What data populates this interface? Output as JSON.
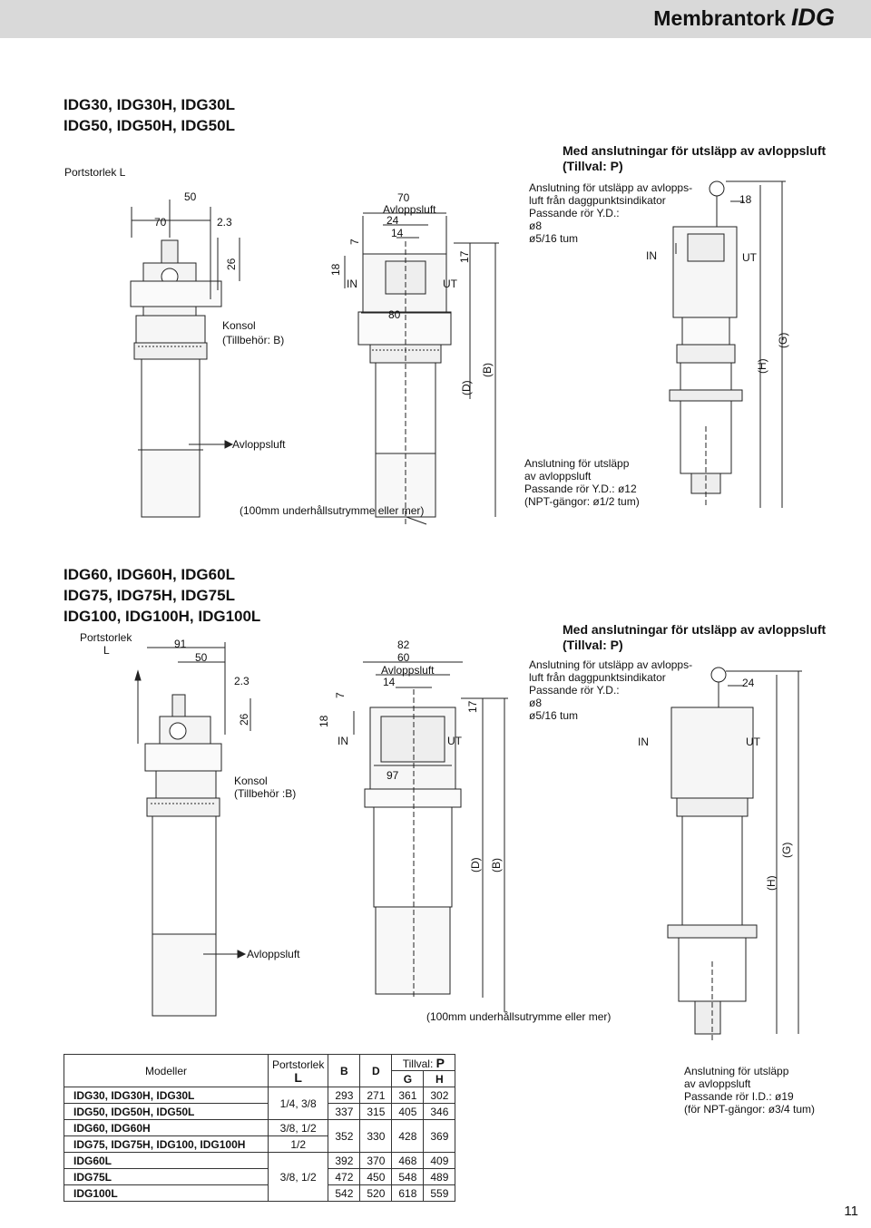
{
  "header": {
    "title": "Membrantork",
    "title_code": "IDG"
  },
  "section1": {
    "title_lines": [
      "IDG30, IDG30H, IDG30L",
      "IDG50, IDG50H, IDG50L"
    ],
    "port_size_label": "Portstorlek L",
    "dims_left": {
      "d70": "70",
      "d50": "50",
      "d2_3": "2.3",
      "d26": "26"
    },
    "dims_mid": {
      "d70": "70",
      "avloppsluft": "Avloppsluft",
      "d24": "24",
      "d14": "14",
      "d7": "7",
      "d18": "18",
      "d17": "17",
      "d80": "80"
    },
    "in_label": "IN",
    "ut_label": "UT",
    "konsol": "Konsol",
    "konsol_sub": "(Tillbehör: B)",
    "dim_d": "(D)",
    "dim_b": "(B)",
    "avloppsluft_arrow": "Avloppsluft",
    "maintenance": "(100mm underhållsutrymme eller mer)",
    "option_title_1": "Med anslutningar för utsläpp av avloppsluft",
    "option_title_2": "(Tillval: P)",
    "option_lines": [
      "Anslutning för utsläpp av avlopps-",
      "luft från daggpunktsindikator",
      "Passande rör Y.D.:",
      "ø8",
      "ø5/16 tum"
    ],
    "opt_dim": "18",
    "opt_in": "IN",
    "opt_ut": "UT",
    "dim_h": "(H)",
    "dim_g": "(G)",
    "drain_lines": [
      "Anslutning för utsläpp",
      "av avloppsluft",
      "Passande rör Y.D.: ø12",
      "(NPT-gängor: ø1/2 tum)"
    ]
  },
  "section2": {
    "title_lines": [
      "IDG60, IDG60H, IDG60L",
      "IDG75, IDG75H, IDG75L",
      "IDG100, IDG100H, IDG100L"
    ],
    "port_size_label_1": "Portstorlek",
    "port_size_label_2": "L",
    "dims_left": {
      "d91": "91",
      "d50": "50",
      "d2_3": "2.3",
      "d26": "26"
    },
    "dims_mid": {
      "d82": "82",
      "d60": "60",
      "avloppsluft": "Avloppsluft",
      "d14": "14",
      "d7": "7",
      "d18": "18",
      "d17": "17",
      "d97": "97"
    },
    "in_label": "IN",
    "ut_label": "UT",
    "konsol": "Konsol",
    "konsol_sub": "(Tillbehör :B)",
    "dim_d": "(D)",
    "dim_b": "(B)",
    "avloppsluft_arrow": "Avloppsluft",
    "maintenance": "(100mm underhållsutrymme eller mer)",
    "option_title_1": "Med anslutningar för utsläpp av avloppsluft",
    "option_title_2": "(Tillval: P)",
    "option_lines": [
      "Anslutning för utsläpp av avlopps-",
      "luft från daggpunktsindikator",
      "Passande rör Y.D.:",
      "ø8",
      "ø5/16 tum"
    ],
    "opt_dim": "24",
    "opt_in": "IN",
    "opt_ut": "UT",
    "dim_h": "(H)",
    "dim_g": "(G)"
  },
  "table": {
    "headers": {
      "models": "Modeller",
      "port": "Portstorlek",
      "port_sub": "L",
      "b": "B",
      "d": "D",
      "option": "Tillval:",
      "option_code": "P",
      "g": "G",
      "h": "H"
    },
    "rows": [
      {
        "model": "IDG30, IDG30H, IDG30L",
        "port": "1/4, 3/8",
        "b": "293",
        "d": "271",
        "g": "361",
        "h": "302"
      },
      {
        "model": "IDG50, IDG50H, IDG50L",
        "port": "",
        "b": "337",
        "d": "315",
        "g": "405",
        "h": "346"
      },
      {
        "model": "IDG60, IDG60H",
        "port": "3/8, 1/2",
        "b": "352",
        "d": "330",
        "g": "428",
        "h": "369"
      },
      {
        "model": "IDG75, IDG75H, IDG100, IDG100H",
        "port": "1/2",
        "b": "",
        "d": "",
        "g": "",
        "h": ""
      },
      {
        "model": "IDG60L",
        "port": "3/8, 1/2",
        "b": "392",
        "d": "370",
        "g": "468",
        "h": "409"
      },
      {
        "model": "IDG75L",
        "port": "",
        "b": "472",
        "d": "450",
        "g": "548",
        "h": "489"
      },
      {
        "model": "IDG100L",
        "port": "",
        "b": "542",
        "d": "520",
        "g": "618",
        "h": "559"
      }
    ]
  },
  "drain2_lines": [
    "Anslutning för utsläpp",
    "av avloppsluft",
    "Passande rör I.D.: ø19",
    "(för NPT-gängor: ø3/4 tum)"
  ],
  "page_number": "11"
}
